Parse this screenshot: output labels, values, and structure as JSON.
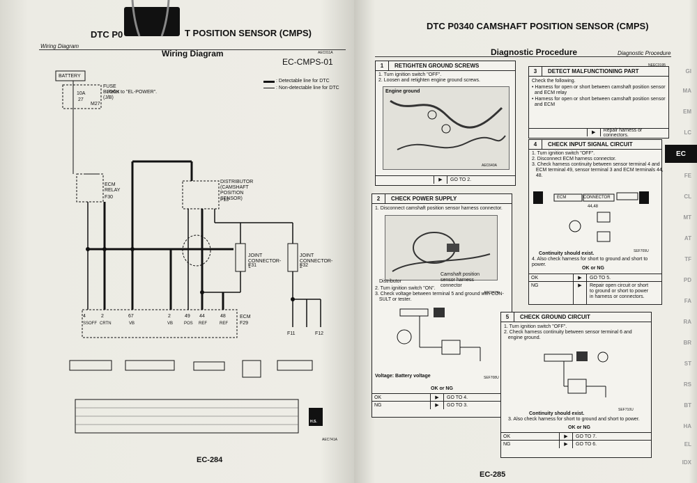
{
  "left_page": {
    "header_left": "DTC P0",
    "header_right": "T POSITION SENSOR (CMPS)",
    "section": "Wiring Diagram",
    "title": "Wiring Diagram",
    "diagram_id": "EC-CMPS-01",
    "ref_code": "AEC011A",
    "legend": [
      ": Detectable line for DTC",
      ": Non-detectable line for DTC"
    ],
    "battery": "BATTERY",
    "fuse_block": "FUSE BLOCK (J/B)",
    "fuse_amp": "10A",
    "fuse_num": "27",
    "fuse_conn": "M27",
    "refer": "Refer to \"EL-POWER\".",
    "ecm_relay": "ECM RELAY",
    "ecm_relay_conn": "F30",
    "distributor": "DISTRIBUTOR (CAMSHAFT POSITION SENSOR)",
    "distributor_conn": "F13",
    "joint1": "JOINT CONNECTOR-1",
    "joint1_conn": "F31",
    "joint2": "JOINT CONNECTOR-2",
    "joint2_conn": "F32",
    "ecm": "ECM",
    "ecm_conn": "F29",
    "ecm_pins": [
      "SSOFF",
      "CRTN",
      "VB",
      "VB",
      "POS",
      "REF",
      "REF"
    ],
    "ecm_pin_nums": [
      "4",
      "2",
      "67",
      "2",
      "49",
      "44",
      "48"
    ],
    "ground1": "F11",
    "ground2": "F12",
    "hs": "H.S.",
    "page_num": "EC-284",
    "bottom_code": "AEC741A"
  },
  "right_page": {
    "header": "DTC P0340 CAMSHAFT POSITION SENSOR (CMPS)",
    "section": "Diagnostic Procedure",
    "title": "Diagnostic Procedure",
    "code_top": "NEEC0195",
    "step1": {
      "num": "1",
      "title": "RETIGHTEN GROUND SCREWS",
      "lines": [
        "1. Turn ignition switch \"OFF\".",
        "2. Loosen and retighten engine ground screws."
      ],
      "label": "Engine ground",
      "fig": "AEC640A",
      "next": "GO TO 2."
    },
    "step2": {
      "num": "2",
      "title": "CHECK POWER SUPPLY",
      "lines": [
        "1. Disconnect camshaft position sensor harness connector."
      ],
      "labels": [
        "Distributor",
        "Camshaft position sensor harness connector"
      ],
      "fig": "AEC647A",
      "lines2": [
        "2. Turn ignition switch \"ON\".",
        "3. Check voltage between terminal 5 and ground with CON-",
        "   SULT or tester."
      ],
      "voltage": "Voltage: Battery voltage",
      "fig2": "SEF708U",
      "okng": "OK or NG",
      "ok": "OK",
      "ok_go": "GO TO 4.",
      "ng": "NG",
      "ng_go": "GO TO 3."
    },
    "step3": {
      "num": "3",
      "title": "DETECT MALFUNCTIONING PART",
      "lines": [
        "Check the following.",
        "• Harness for open or short between camshaft position sensor",
        "  and ECM relay",
        "• Harness for open or short between camshaft position sensor",
        "  and ECM"
      ],
      "action": "Repair harness or connectors."
    },
    "step4": {
      "num": "4",
      "title": "CHECK INPUT SIGNAL CIRCUIT",
      "lines": [
        "1. Turn ignition switch \"OFF\".",
        "2. Disconnect ECM harness connector.",
        "3. Check harness continuity between sensor terminal 4 and",
        "   ECM terminal 49, sensor terminal 3 and ECM terminals 44,",
        "   48."
      ],
      "ecm": "ECM",
      "connector": "CONNECTOR",
      "pins": "44,48",
      "fig": "SEF709U",
      "cont": "Continuity should exist.",
      "line4": "4. Also check harness for short to ground and short to power.",
      "okng": "OK or NG",
      "ok": "OK",
      "ok_go": "GO TO 5.",
      "ng": "NG",
      "ng_go": "Repair open circuit or short to ground or short to power in harness or connectors."
    },
    "step5": {
      "num": "5",
      "title": "CHECK GROUND CIRCUIT",
      "lines": [
        "1. Turn ignition switch \"OFF\".",
        "2. Check harness continuity between sensor terminal 6 and",
        "   engine ground."
      ],
      "fig": "SEF710U",
      "cont": "Continuity should exist.",
      "line3": "3. Also check harness for short to ground and short to power.",
      "okng": "OK or NG",
      "ok": "OK",
      "ok_go": "GO TO 7.",
      "ng": "NG",
      "ng_go": "GO TO 6."
    },
    "tabs": [
      "GI",
      "MA",
      "EM",
      "LC",
      "EC",
      "FE",
      "CL",
      "MT",
      "AT",
      "TF",
      "PD",
      "FA",
      "RA",
      "BR",
      "ST",
      "RS",
      "BT",
      "HA",
      "EL",
      "IDX"
    ],
    "active_tab": "EC",
    "page_num": "EC-285"
  },
  "colors": {
    "paper": "#ecebe4",
    "ink": "#111111",
    "binder_clip": "#111111",
    "tab_active": "#111111"
  }
}
